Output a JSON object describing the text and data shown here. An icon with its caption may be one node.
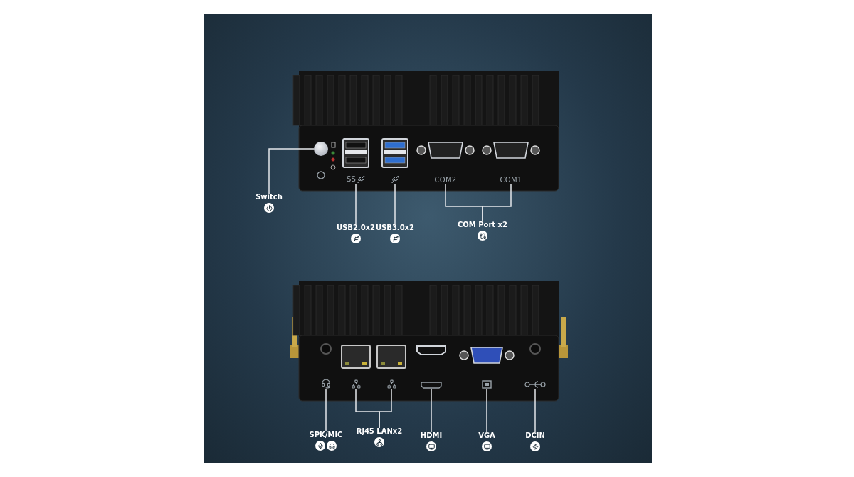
{
  "diagram": {
    "nodes": [
      {
        "text": [
          "Switch"
        ]
      },
      {
        "text": [
          "USB2.0x2"
        ]
      },
      {
        "text": [
          "USB3.0x2"
        ]
      },
      {
        "text": [
          "COM Port x2"
        ]
      },
      {
        "text": [
          "SPK/MIC"
        ]
      },
      {
        "text": [
          "Rj45 LANx2"
        ]
      },
      {
        "text": [
          "HDMI"
        ]
      },
      {
        "text": [
          "VGA"
        ]
      },
      {
        "text": [
          "DCIN"
        ]
      },
      {
        "text": [],
        "shape": "circle"
      },
      {
        "text": [
          "SS"
        ]
      },
      {
        "text": [],
        "shape": "picture"
      },
      {
        "text": [
          "COM2"
        ]
      },
      {
        "text": [
          "COM1"
        ]
      },
      {
        "text": [],
        "shape": "picture"
      },
      {
        "text": [],
        "shape": "picture"
      },
      {
        "text": [],
        "shape": "picture"
      },
      {
        "text": [],
        "shape": "picture"
      },
      {
        "text": [],
        "shape": "picture"
      },
      {
        "text": [],
        "shape": "picture"
      }
    ],
    "edges": [
      {
        "from": 0,
        "to": 9,
        "arrow": "none"
      },
      {
        "from": 1,
        "to": 10,
        "arrow": "none"
      },
      {
        "from": 2,
        "to": 11,
        "arrow": "none"
      },
      {
        "from": 3,
        "to": 12,
        "arrow": "none"
      },
      {
        "from": 3,
        "to": 13,
        "arrow": "none"
      },
      {
        "from": 4,
        "to": 14,
        "arrow": "none"
      },
      {
        "from": 5,
        "to": 15,
        "arrow": "none"
      },
      {
        "from": 5,
        "to": 16,
        "arrow": "none"
      },
      {
        "from": 6,
        "to": 17,
        "arrow": "none"
      },
      {
        "from": 7,
        "to": 18,
        "arrow": "none"
      },
      {
        "from": 8,
        "to": 19,
        "arrow": "none"
      }
    ]
  }
}
